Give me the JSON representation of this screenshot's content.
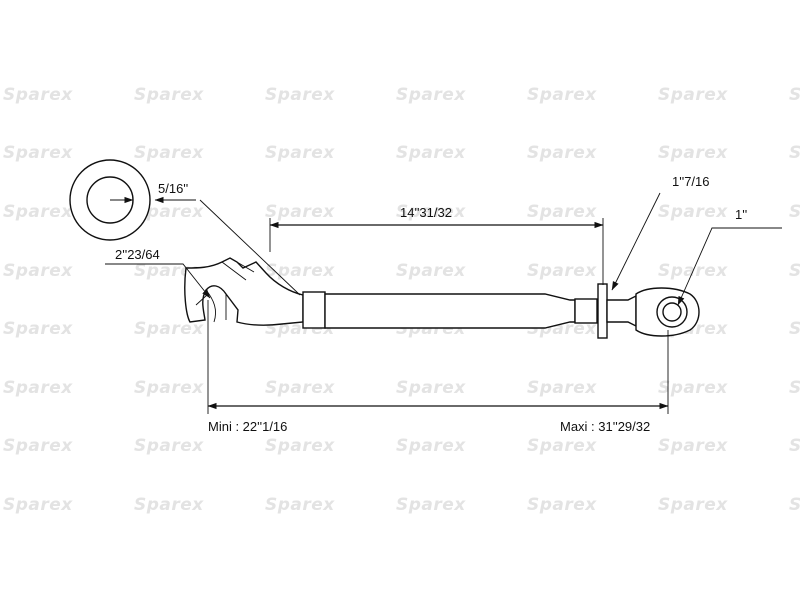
{
  "watermark": {
    "text": "Sparex"
  },
  "dimensions": {
    "hole_diameter": "5/16''",
    "hook_opening": "2''23/64",
    "tube_length": "14''31/32",
    "nut_size": "1''7/16",
    "ball_size": "1''",
    "min_length": "Mini : 22''1/16",
    "max_length": "Maxi : 31''29/32"
  },
  "colors": {
    "line": "#111111",
    "watermark": "#e3e3e3",
    "background": "#ffffff"
  }
}
